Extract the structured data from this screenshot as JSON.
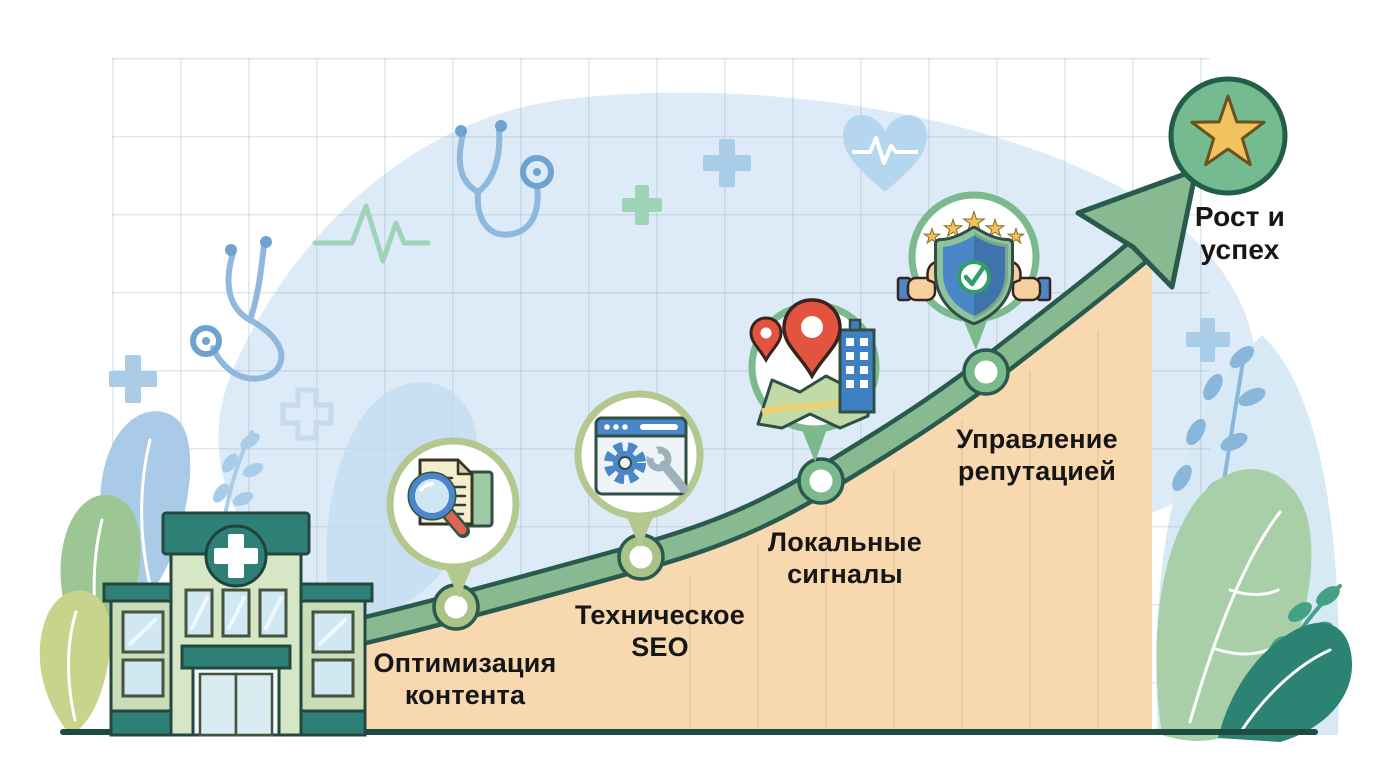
{
  "diagram": {
    "type": "growth-roadmap-infographic",
    "theme": "medical-seo-growth",
    "milestones": [
      {
        "label": "Оптимизация\nконтента",
        "icon": "content-search-documents-icon"
      },
      {
        "label": "Техническое\nSEO",
        "icon": "browser-gear-wrench-icon"
      },
      {
        "label": "Локальные\nсигналы",
        "icon": "map-pins-building-icon"
      },
      {
        "label": "Управление\nрепутацией",
        "icon": "shield-stars-thumbs-icon"
      }
    ],
    "goal": {
      "label": "Рост и\nуспех",
      "icon": "star-icon"
    }
  },
  "colors": {
    "curve_green": "#87ba90",
    "curve_outline": "#2a5a4e",
    "area_orange": "#f8d8af",
    "bubble_ring_sage": "#b3c88e",
    "bubble_ring_green": "#7cb98c",
    "building_teal": "#2e8076",
    "building_light_green": "#d6e7c6",
    "accent_blue": "#4a86c8",
    "star_gold": "#f2c25e",
    "pin_red": "#e2543f",
    "background_blob_blue": "#dcebf7",
    "label_text": "#161616"
  }
}
